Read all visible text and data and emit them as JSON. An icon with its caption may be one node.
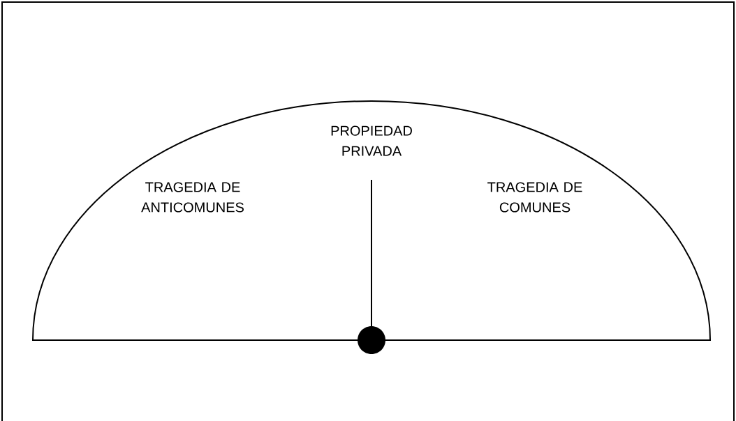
{
  "diagram": {
    "labels": [
      "PROPIEDAD PRIVADA",
      "TRAGEDIA DE ANTICOMUNES",
      "TRAGEDIA DE COMUNES"
    ]
  }
}
